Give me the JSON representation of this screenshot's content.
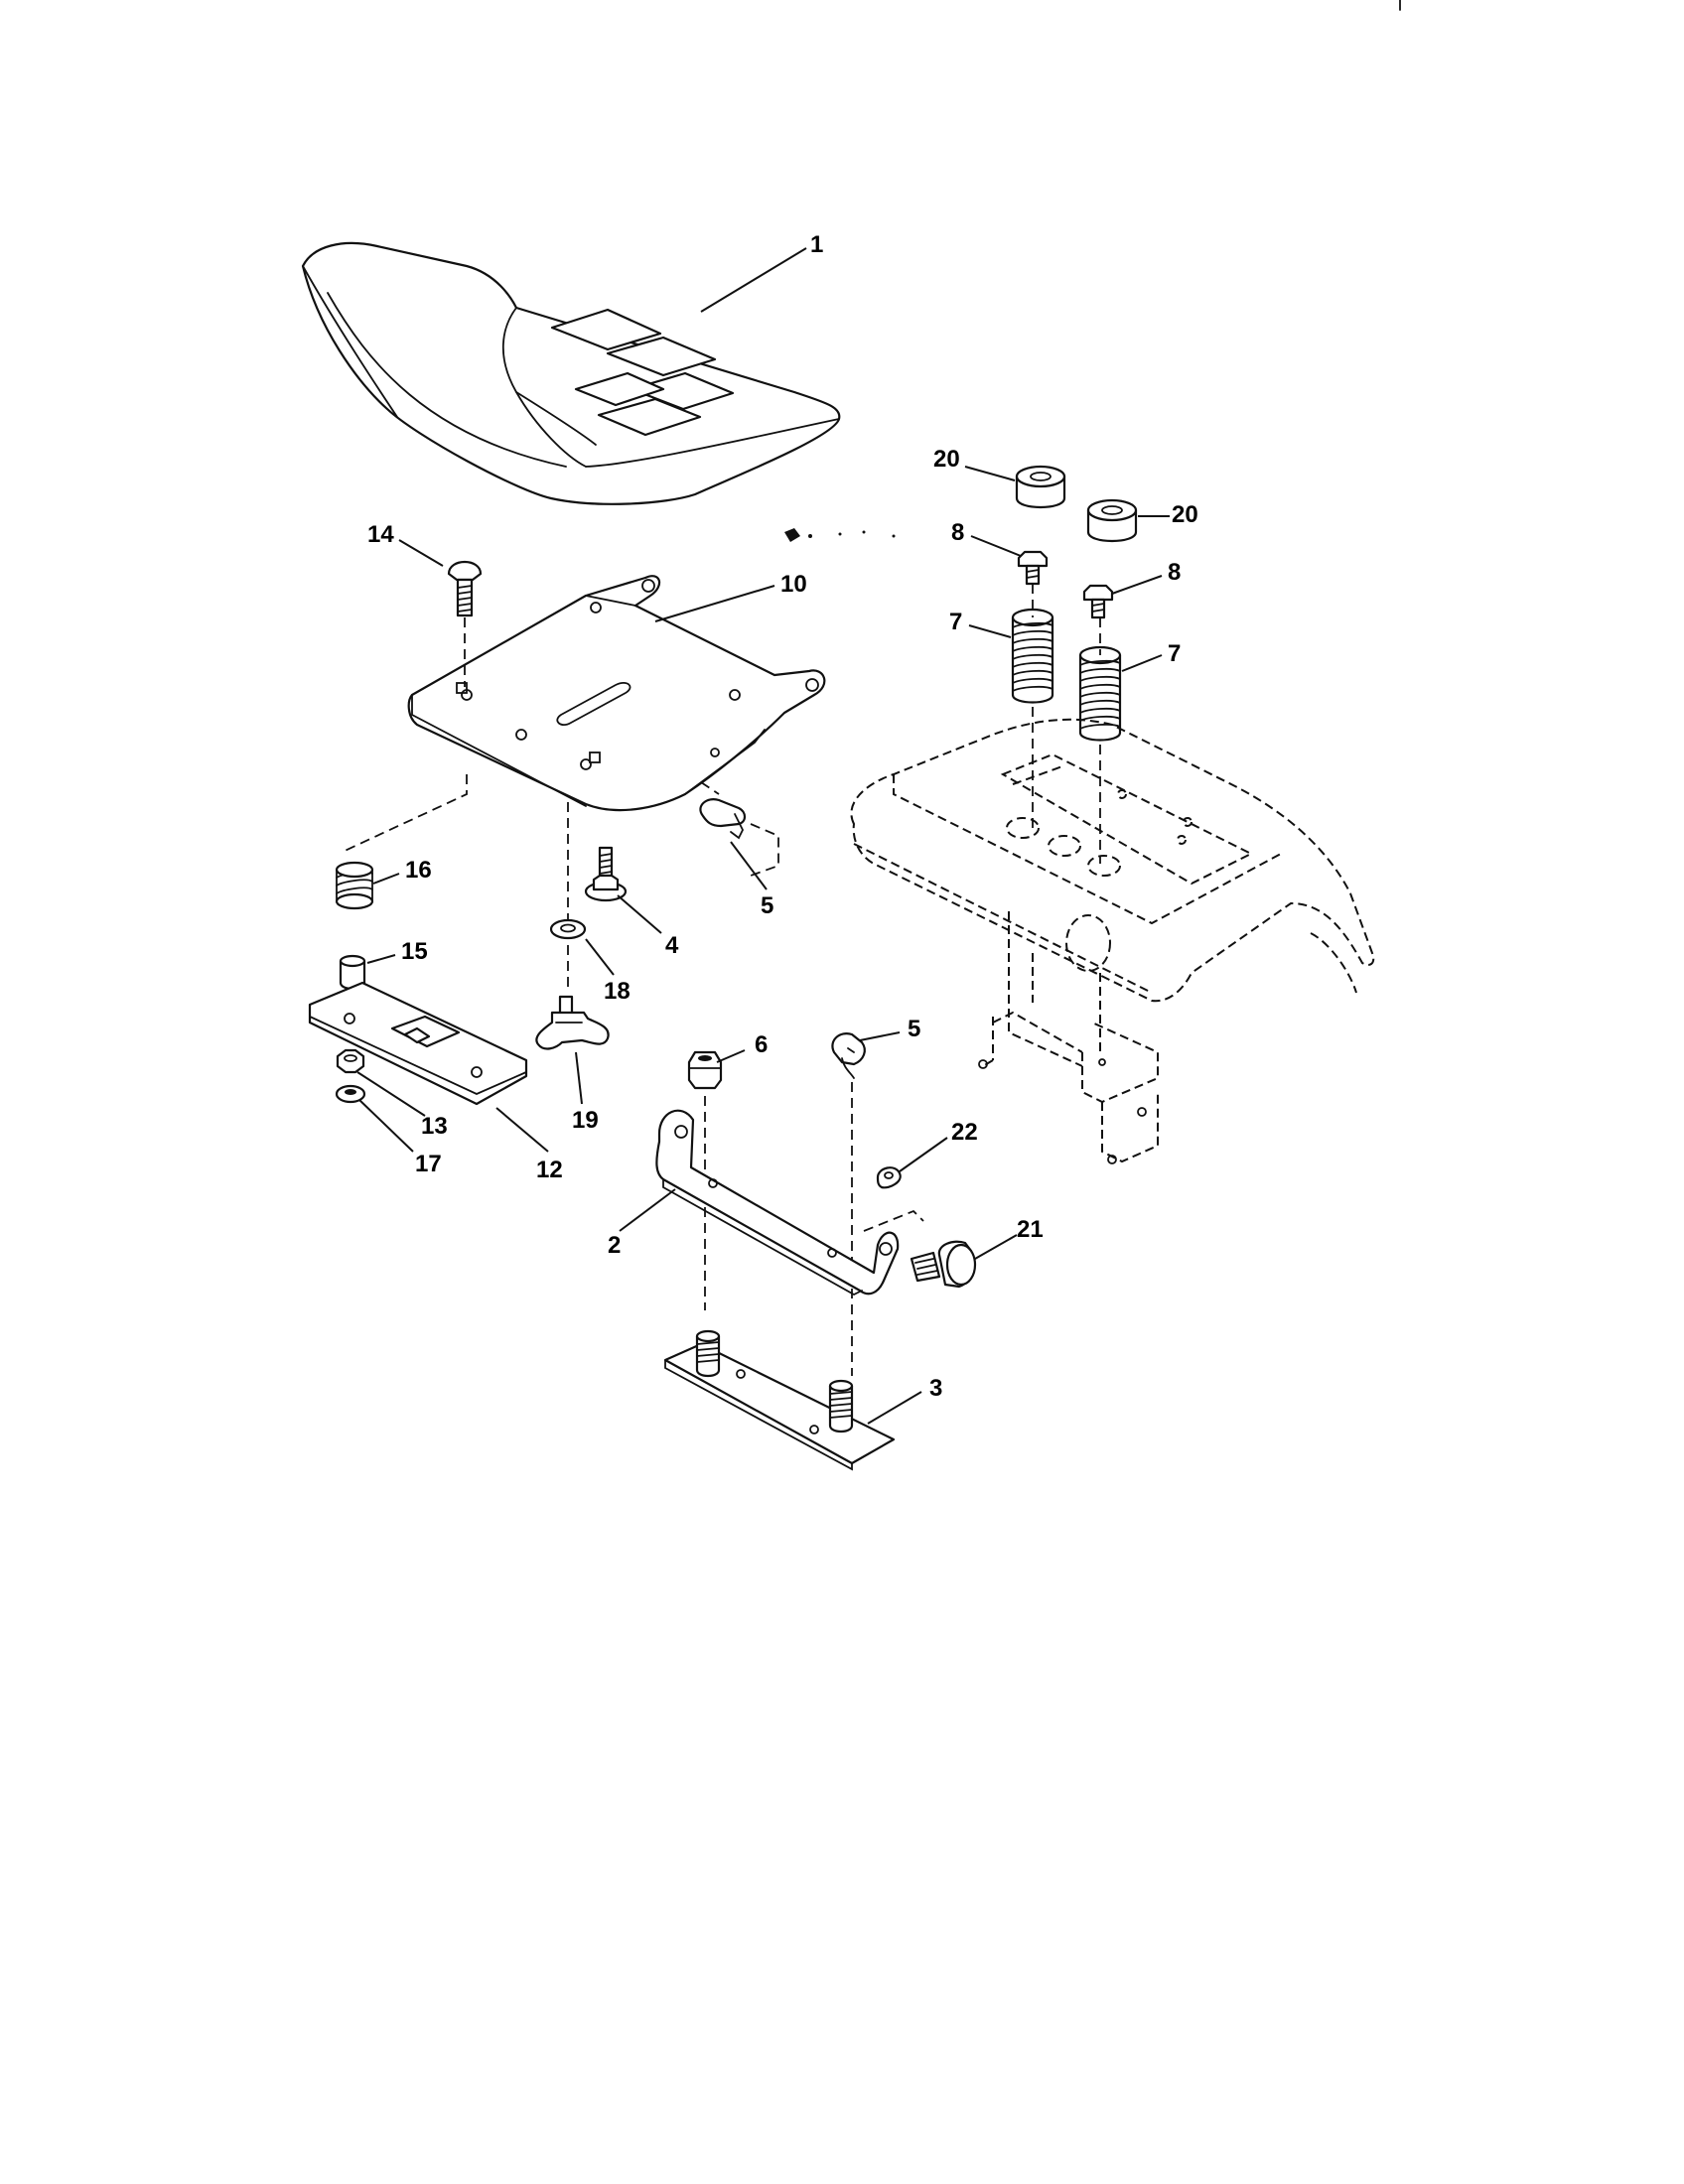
{
  "diagram": {
    "callouts": {
      "c1": "1",
      "c2": "2",
      "c3": "3",
      "c4": "4",
      "c5a": "5",
      "c5b": "5",
      "c6": "6",
      "c7a": "7",
      "c7b": "7",
      "c8a": "8",
      "c8b": "8",
      "c10": "10",
      "c12": "12",
      "c13": "13",
      "c14": "14",
      "c15": "15",
      "c16": "16",
      "c17": "17",
      "c18": "18",
      "c19": "19",
      "c20a": "20",
      "c20b": "20",
      "c21": "21",
      "c22": "22"
    },
    "part_icons": [
      "seat",
      "seat-pan",
      "carriage-bolt",
      "spring",
      "spacer",
      "slide-plate",
      "knob",
      "washer",
      "bolt",
      "clip",
      "nut",
      "bracket",
      "mount-plate",
      "bushing",
      "fender-housing"
    ]
  }
}
